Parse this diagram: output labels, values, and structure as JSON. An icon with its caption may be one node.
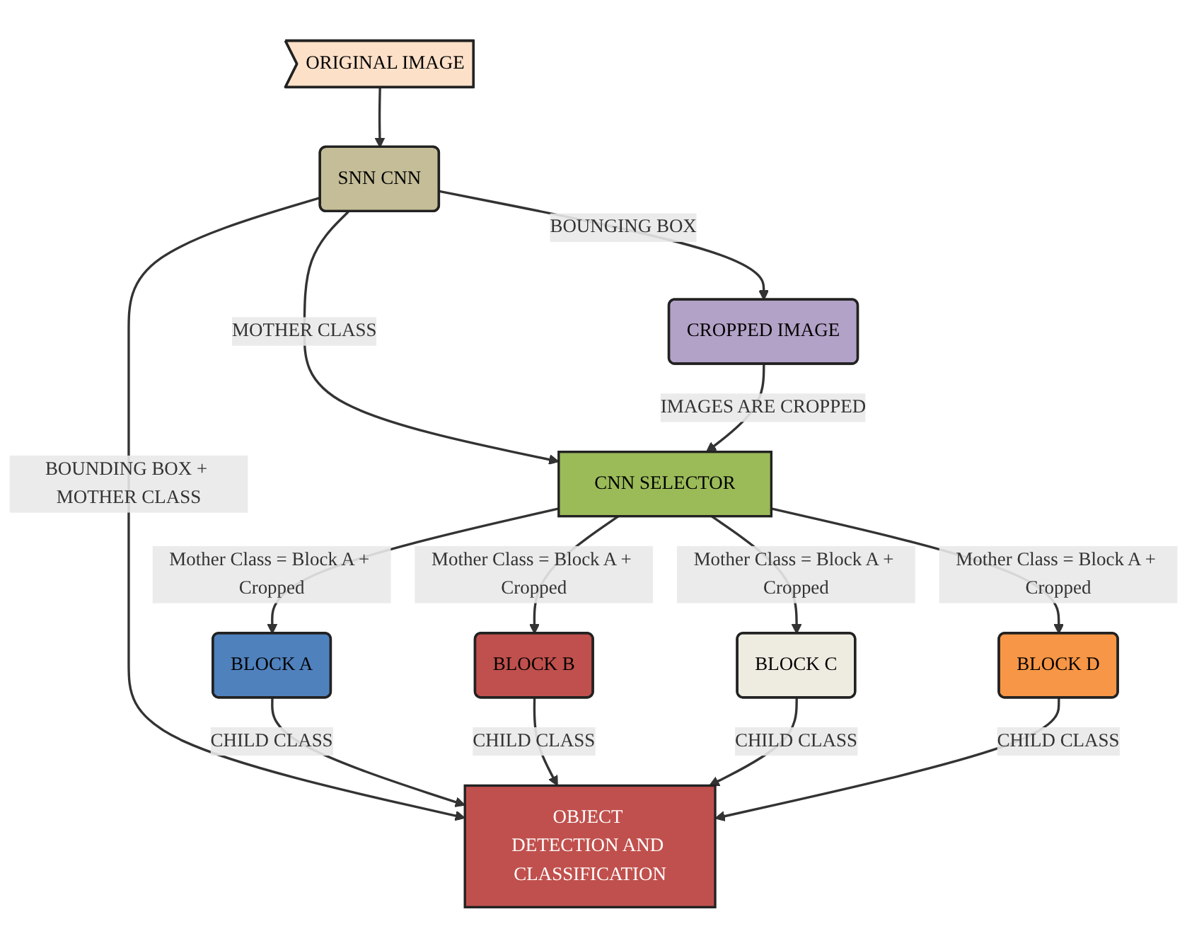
{
  "diagram": {
    "nodes": [
      {
        "text": [
          "ORIGINAL IMAGE"
        ]
      },
      {
        "text": [
          "SNN CNN"
        ]
      },
      {
        "text": [
          "CROPPED IMAGE"
        ]
      },
      {
        "text": [
          "CNN SELECTOR"
        ]
      },
      {
        "text": [
          "BLOCK A"
        ]
      },
      {
        "text": [
          "BLOCK B"
        ]
      },
      {
        "text": [
          "BLOCK C"
        ]
      },
      {
        "text": [
          "BLOCK D"
        ]
      },
      {
        "text": [
          "OBJECT DETECTION AND CLASSIFICATION"
        ]
      }
    ],
    "edges": [
      {
        "from": 0,
        "to": 1,
        "arrow": "to"
      },
      {
        "from": 1,
        "to": 8,
        "arrow": "to",
        "label": "BOUNDING BOX + MOTHER CLASS"
      },
      {
        "from": 1,
        "to": 2,
        "arrow": "to",
        "label": "BOUNGING BOX"
      },
      {
        "from": 1,
        "to": 3,
        "arrow": "to",
        "label": "MOTHER CLASS"
      },
      {
        "from": 2,
        "to": 3,
        "arrow": "to",
        "label": "IMAGES ARE CROPPED"
      },
      {
        "from": 3,
        "to": 4,
        "arrow": "to",
        "label": "Mother Class = Block A + Cropped"
      },
      {
        "from": 3,
        "to": 5,
        "arrow": "to",
        "label": "Mother Class = Block A + Cropped"
      },
      {
        "from": 3,
        "to": 6,
        "arrow": "to",
        "label": "Mother Class = Block A + Cropped"
      },
      {
        "from": 3,
        "to": 7,
        "arrow": "to",
        "label": "Mother Class = Block A + Cropped"
      },
      {
        "from": 4,
        "to": 8,
        "arrow": "to",
        "label": "CHILD CLASS"
      },
      {
        "from": 5,
        "to": 8,
        "arrow": "to",
        "label": "CHILD CLASS"
      },
      {
        "from": 6,
        "to": 8,
        "arrow": "to",
        "label": "CHILD CLASS"
      },
      {
        "from": 7,
        "to": 8,
        "arrow": "to",
        "label": "CHILD CLASS"
      }
    ]
  }
}
